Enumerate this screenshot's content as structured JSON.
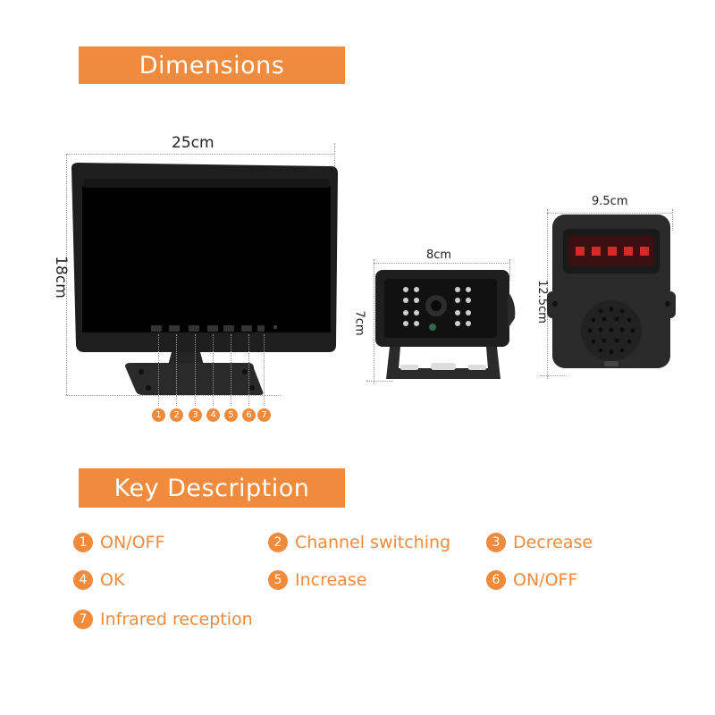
{
  "banners": {
    "dimensions": "Dimensions",
    "key_description": "Key Description"
  },
  "dimensions": {
    "monitor_width": "25cm",
    "monitor_height": "18cm",
    "camera_width": "8cm",
    "camera_height": "7cm",
    "receiver_width": "9.5cm",
    "receiver_height": "12.5cm"
  },
  "button_numbers": [
    "1",
    "2",
    "3",
    "4",
    "5",
    "6",
    "7"
  ],
  "keys": [
    {
      "num": "1",
      "label": "ON/OFF"
    },
    {
      "num": "2",
      "label": "Channel switching"
    },
    {
      "num": "3",
      "label": "Decrease"
    },
    {
      "num": "4",
      "label": "OK"
    },
    {
      "num": "5",
      "label": "Increase"
    },
    {
      "num": "6",
      "label": "ON/OFF"
    },
    {
      "num": "7",
      "label": "Infrared reception"
    }
  ],
  "colors": {
    "accent": "#f08a3c",
    "device_body": "#1e1e1e",
    "screen": "#000000",
    "led_red": "#d42a2a"
  },
  "icons": {
    "monitor": "monitor-image",
    "camera": "backup-camera-image",
    "receiver": "wireless-receiver-image"
  }
}
